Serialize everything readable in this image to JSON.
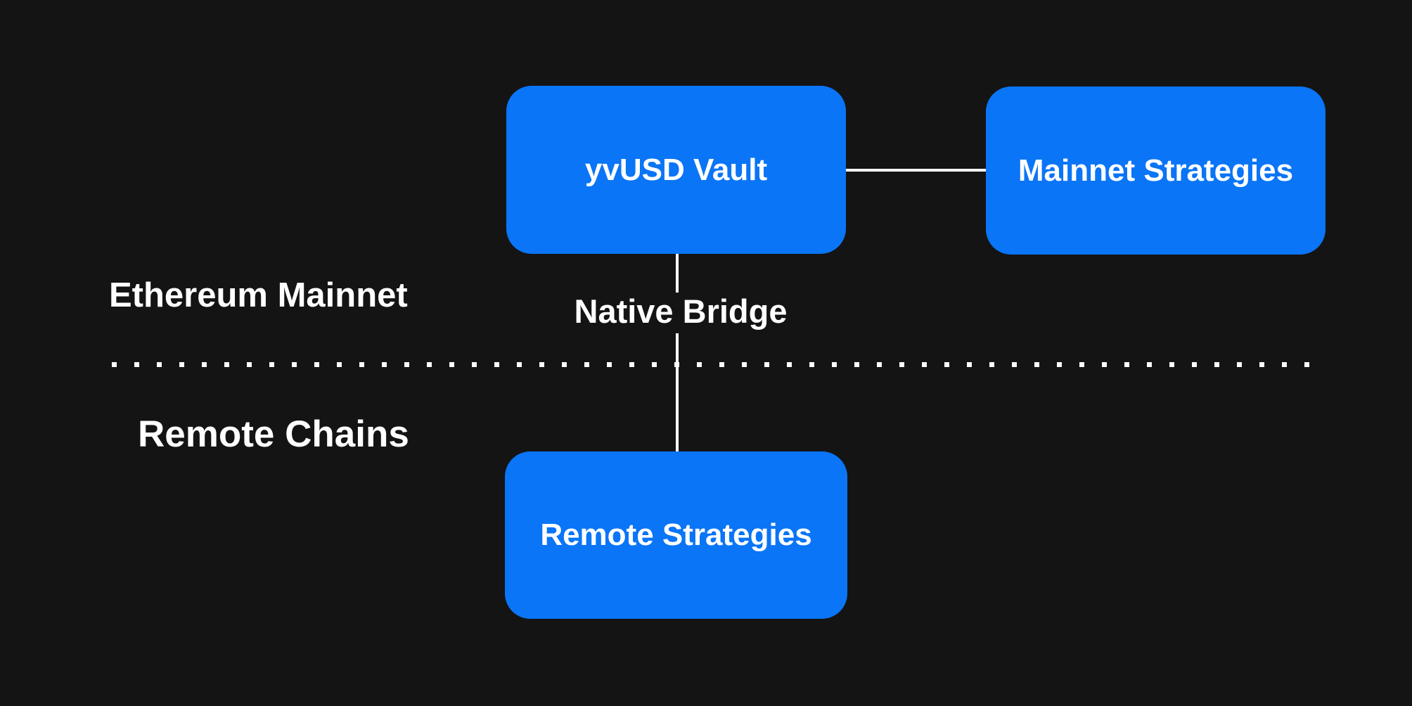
{
  "diagram": {
    "colors": {
      "canvas_bg": "#141414",
      "node_fill": "#0a75f6",
      "line": "#ffffff",
      "text": "#ffffff"
    },
    "nodes": [
      {
        "id": "yvusd-vault",
        "label": "yvUSD Vault"
      },
      {
        "id": "mainnet-strategies",
        "label": "Mainnet Strategies"
      },
      {
        "id": "remote-strategies",
        "label": "Remote Strategies"
      }
    ],
    "edges": [
      {
        "from": "yvusd-vault",
        "to": "mainnet-strategies",
        "label": ""
      },
      {
        "from": "yvusd-vault",
        "to": "remote-strategies",
        "label": "Native Bridge"
      }
    ],
    "regions": [
      {
        "id": "ethereum-mainnet",
        "label": "Ethereum Mainnet"
      },
      {
        "id": "remote-chains",
        "label": "Remote Chains"
      }
    ]
  }
}
